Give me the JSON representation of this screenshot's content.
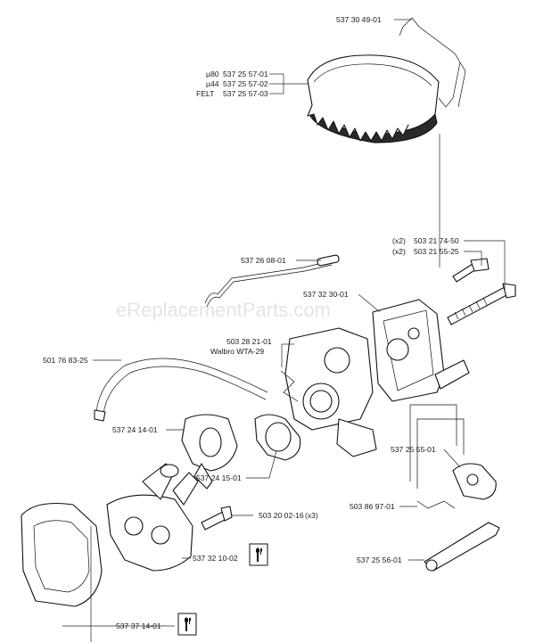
{
  "watermark": "eReplacementParts.com",
  "labels": {
    "wire_clip": "537 30 49-01",
    "filter_u80_tag": "µ80",
    "filter_u80_num": "537 25 57-01",
    "filter_u44_tag": "µ44",
    "filter_u44_num": "537 25 57-02",
    "filter_felt_tag": "FELT",
    "filter_felt_num": "537 25 57-03",
    "bolt_long_qty": "(x2)",
    "bolt_long_num": "503 21 74-50",
    "bolt_short_qty": "(x2)",
    "bolt_short_num": "503 21 55-25",
    "throttle_rod": "537 26 08-01",
    "carb_housing": "537 32 30-01",
    "carburetor_num": "503 28 21-01",
    "carburetor_brand": "Walbro WTA-29",
    "fuel_hose": "501 76 83-25",
    "intake_elbow": "537 24 14-01",
    "clamp": "537 24 15-01",
    "lever_upper": "537 25 55-01",
    "screw_num": "503 20 02-16",
    "screw_qty": "(x3)",
    "intake_manifold": "537 32 10-02",
    "spring": "503 86 97-01",
    "lever_lower": "537 25 56-01",
    "gasket_plate": "537 37 14-01"
  },
  "icons": {
    "tool_icon_1": "wrench-tool-icon",
    "tool_icon_2": "wrench-tool-icon"
  }
}
